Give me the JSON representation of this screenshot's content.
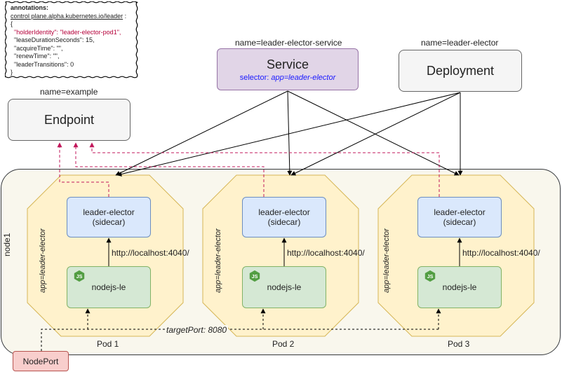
{
  "annotations": {
    "title": "annotations:",
    "key": "control plane.alpha.kubernetes.io/leader",
    "key_suffix": " :",
    "open": "{",
    "holder_key": "\"holderIdentity\": ",
    "holder_value": "\"leader-elector-pod1\",",
    "lines": [
      "\"leaseDurationSeconds\": 15,",
      "\"acquireTime\": \"\",",
      "\"renewTime\": \"\",",
      "\"leaderTransitions\": 0"
    ],
    "close": "}"
  },
  "endpoint": {
    "name_label": "name=example",
    "label": "Endpoint"
  },
  "service": {
    "name_label": "name=leader-elector-service",
    "label": "Service",
    "selector_prefix": "selector: ",
    "selector_value": "app=leader-elector"
  },
  "deployment": {
    "name_label": "name=leader-elector",
    "label": "Deployment"
  },
  "node": {
    "label": "node1"
  },
  "pods": [
    {
      "name": "Pod 1",
      "app_label": "app=leader-elector",
      "sidecar_line1": "leader-elector",
      "sidecar_line2": "(sidecar)",
      "app_name": "nodejs-le",
      "url": "http://localhost:4040/"
    },
    {
      "name": "Pod 2",
      "app_label": "app=leader-elector",
      "sidecar_line1": "leader-elector",
      "sidecar_line2": "(sidecar)",
      "app_name": "nodejs-le",
      "url": "http://localhost:4040/"
    },
    {
      "name": "Pod 3",
      "app_label": "app=leader-elector",
      "sidecar_line1": "leader-elector",
      "sidecar_line2": "(sidecar)",
      "app_name": "nodejs-le",
      "url": "http://localhost:4040/"
    }
  ],
  "nodeport": {
    "label": "NodePort",
    "target_label": "targetPort: 8080"
  },
  "colors": {
    "pod_fill": "#fff2cc",
    "pod_stroke": "#d6b656",
    "dashed_arrow": "#c2185b",
    "arrow": "#000000"
  },
  "icons": {
    "app": "nodejs-icon"
  }
}
